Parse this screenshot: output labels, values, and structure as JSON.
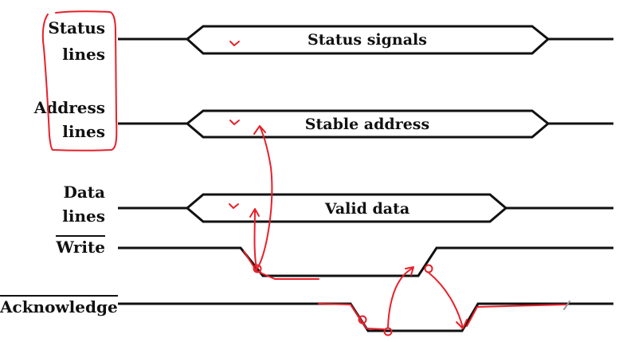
{
  "signals": {
    "status": {
      "line1": "Status",
      "line2": "lines",
      "bus_label": "Status signals"
    },
    "address": {
      "line1": "Address",
      "line2": "lines",
      "bus_label": "Stable address"
    },
    "data": {
      "line1": "Data",
      "line2": "lines",
      "bus_label": "Valid data"
    },
    "write": {
      "label": "Write"
    },
    "acknowledge": {
      "label": "Acknowledge"
    }
  },
  "colors": {
    "ink": "#111111",
    "annotation": "#e8202a",
    "background": "#ffffff"
  }
}
